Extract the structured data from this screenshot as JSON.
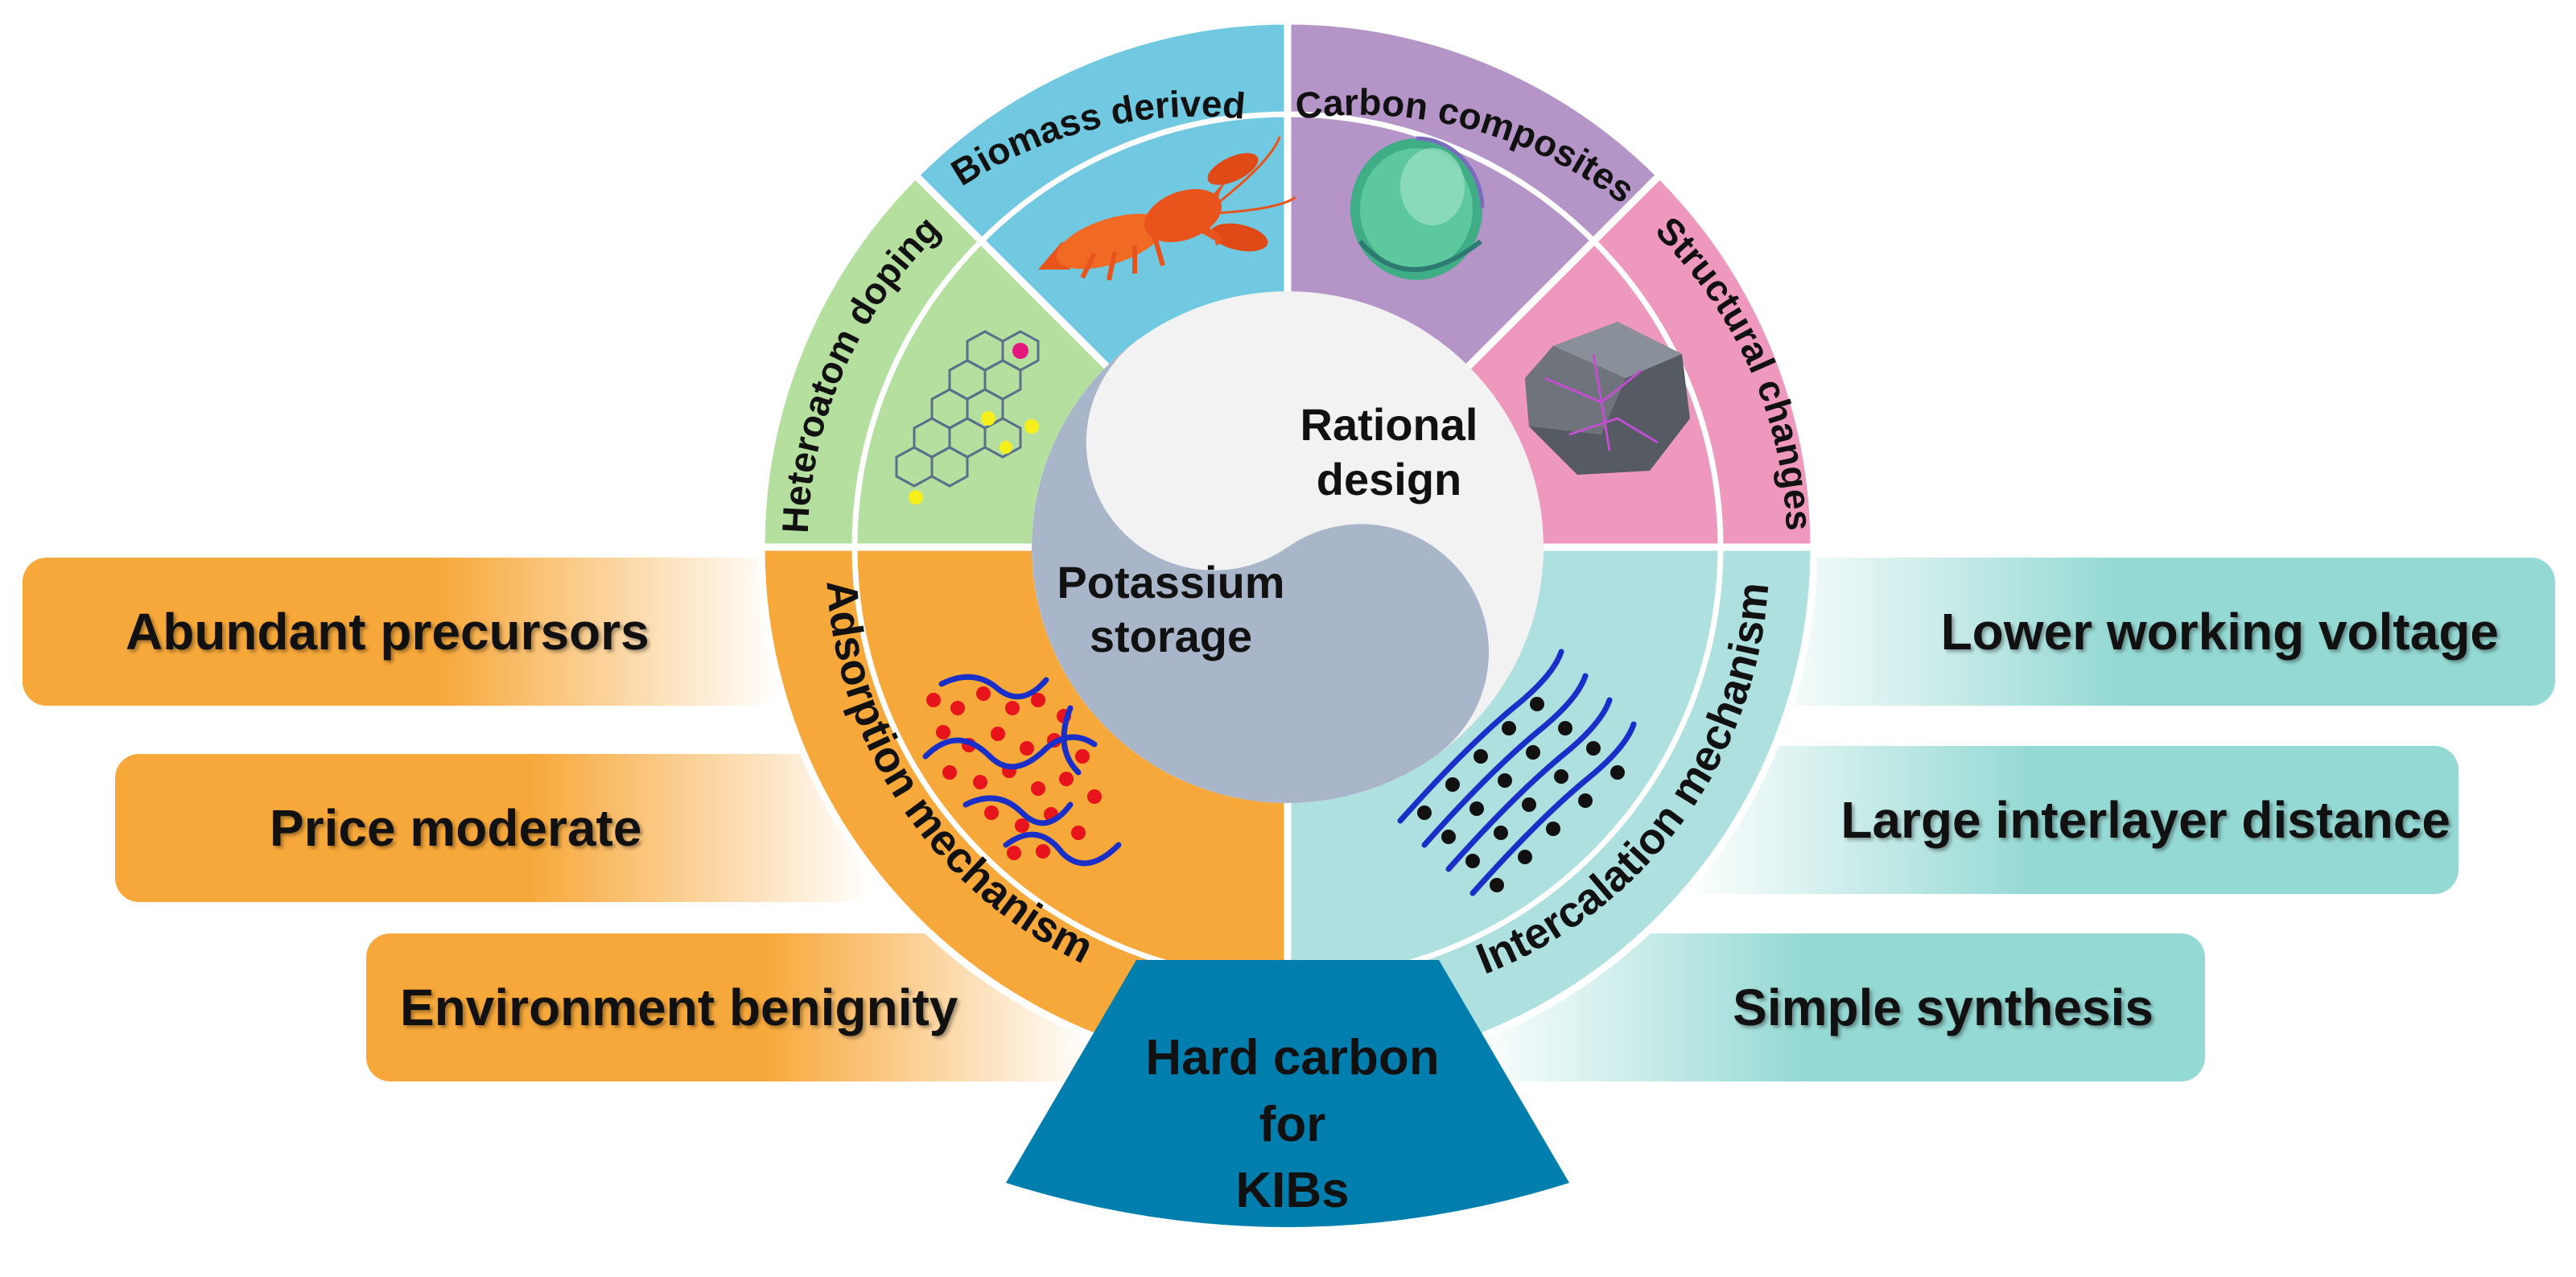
{
  "center": {
    "potassium_storage": [
      "Potassium",
      "storage"
    ],
    "rational_design": [
      "Rational",
      "design"
    ]
  },
  "bottom_label": [
    "Hard carbon",
    "for",
    "KIBs"
  ],
  "sections": {
    "biomass": "Biomass derived",
    "carbon_composites": "Carbon composites",
    "heteroatom": "Heteroatom doping",
    "structural": "Structural changes",
    "adsorption": "Adsorption mechanism",
    "intercalation": "Intercalation mechanism"
  },
  "left_pills": [
    "Abundant precursors",
    "Price moderate",
    "Environment benignity"
  ],
  "right_pills": [
    "Lower working voltage",
    "Large interlayer distance",
    "Simple synthesis"
  ],
  "colors": {
    "biomass": "#70c9e1",
    "composites": "#b595c8",
    "heteroatom": "#b5df9f",
    "structural": "#ef98bd",
    "adsorption": "#f7a83a",
    "intercalation": "#aee0e0",
    "center_gray": "#a9b6c9",
    "center_light": "#f2f2f2",
    "bottom": "#007fae"
  }
}
